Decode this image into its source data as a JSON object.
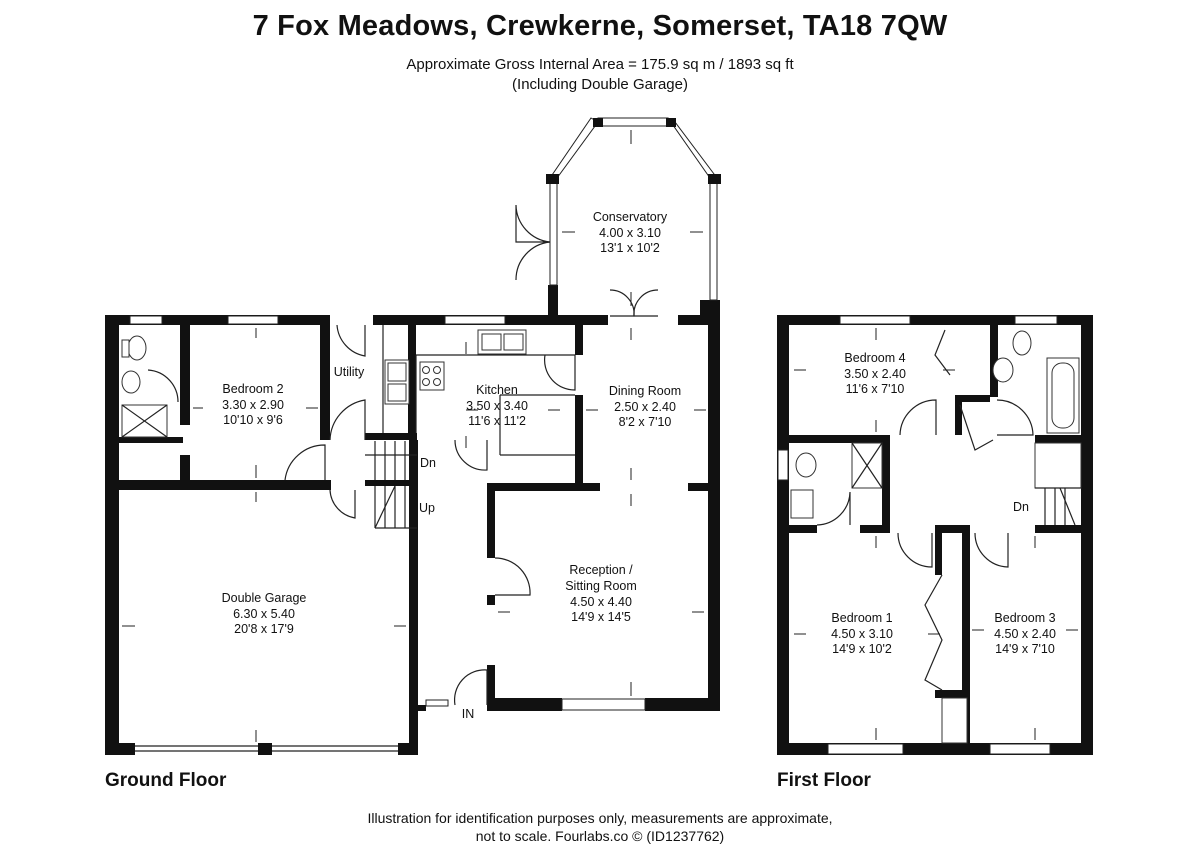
{
  "header": {
    "title": "7 Fox Meadows, Crewkerne, Somerset, TA18 7QW",
    "area": "Approximate Gross Internal Area = 175.9 sq m / 1893 sq ft",
    "note": "(Including Double Garage)"
  },
  "floors": {
    "ground": "Ground Floor",
    "first": "First Floor"
  },
  "rooms": {
    "conservatory": {
      "name": "Conservatory",
      "metric": "4.00 x 3.10",
      "imperial": "13'1 x 10'2"
    },
    "bedroom2": {
      "name": "Bedroom 2",
      "metric": "3.30 x 2.90",
      "imperial": "10'10 x 9'6"
    },
    "utility": {
      "name": "Utility"
    },
    "kitchen": {
      "name": "Kitchen",
      "metric": "3.50 x 3.40",
      "imperial": "11'6 x 11'2"
    },
    "dining": {
      "name": "Dining Room",
      "metric": "2.50 x 2.40",
      "imperial": "8'2 x 7'10"
    },
    "garage": {
      "name": "Double Garage",
      "metric": "6.30 x 5.40",
      "imperial": "20'8 x 17'9"
    },
    "reception": {
      "name1": "Reception /",
      "name2": "Sitting Room",
      "metric": "4.50 x 4.40",
      "imperial": "14'9 x 14'5"
    },
    "bedroom4": {
      "name": "Bedroom 4",
      "metric": "3.50 x 2.40",
      "imperial": "11'6 x 7'10"
    },
    "bedroom1": {
      "name": "Bedroom 1",
      "metric": "4.50 x 3.10",
      "imperial": "14'9 x 10'2"
    },
    "bedroom3": {
      "name": "Bedroom 3",
      "metric": "4.50 x 2.40",
      "imperial": "14'9 x 7'10"
    }
  },
  "labels": {
    "stairs_down": "Dn",
    "stairs_up": "Up",
    "entrance": "IN",
    "first_stairs_down": "Dn"
  },
  "footer": {
    "line1": "Illustration for identification purposes only, measurements are approximate,",
    "line2": "not to scale. Fourlabs.co © (ID1237762)"
  }
}
